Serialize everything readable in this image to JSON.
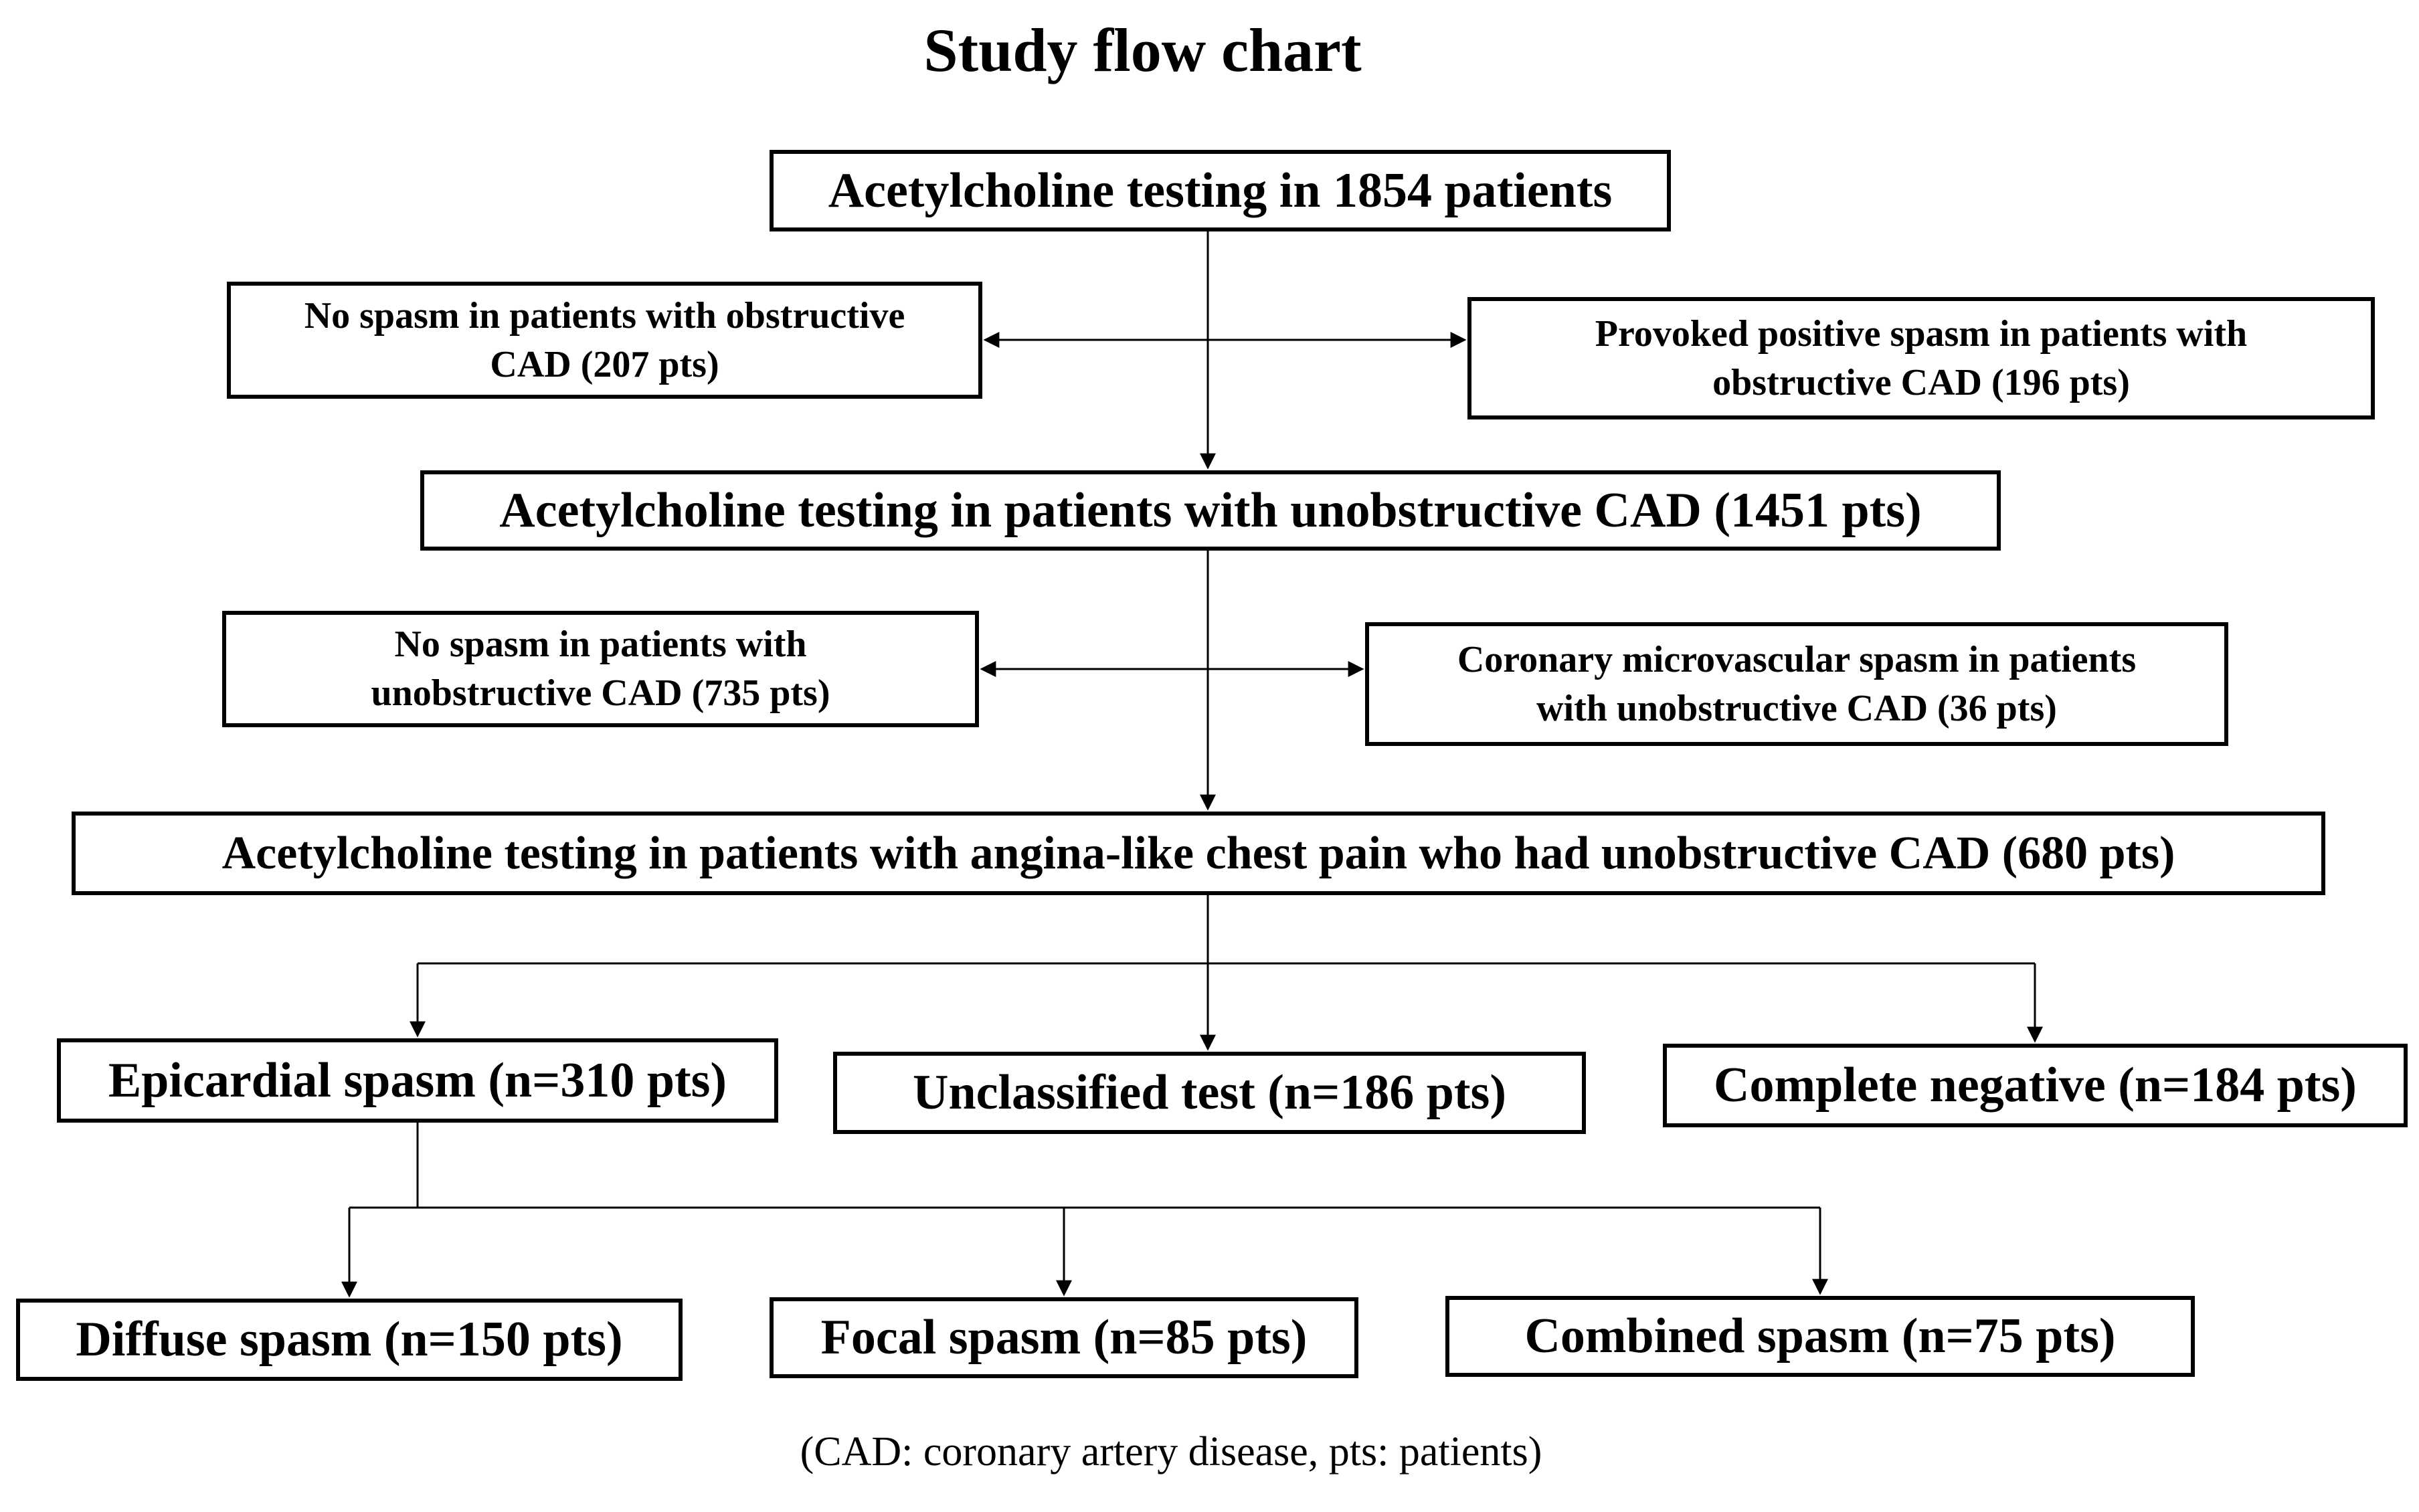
{
  "diagram": {
    "title": "Study flow chart",
    "footnote": "(CAD: coronary artery disease, pts: patients)",
    "colors": {
      "background": "#ffffff",
      "box_fill": "#ffffff",
      "box_border": "#000000",
      "text": "#000000",
      "connector": "#000000"
    },
    "nodes": {
      "ach_all": {
        "label": "Acetylcholine testing in 1854 patients"
      },
      "no_spasm_obstructive": {
        "line1": "No spasm in patients with obstructive",
        "line2": "CAD (207 pts)"
      },
      "provoked_positive": {
        "line1": "Provoked positive spasm in patients with",
        "line2": "obstructive CAD (196 pts)"
      },
      "ach_unobstructive": {
        "label": "Acetylcholine testing in patients with unobstructive CAD (1451 pts)"
      },
      "no_spasm_unobstructive": {
        "line1": "No spasm in patients with",
        "line2": "unobstructive CAD (735 pts)"
      },
      "microvascular": {
        "line1": "Coronary microvascular spasm in patients",
        "line2": "with unobstructive CAD (36 pts)"
      },
      "ach_angina": {
        "label": "Acetylcholine testing in patients with angina-like chest pain who had unobstructive CAD (680 pts)"
      },
      "epicardial": {
        "label": "Epicardial spasm (n=310 pts)"
      },
      "unclassified": {
        "label": "Unclassified test (n=186 pts)"
      },
      "complete_negative": {
        "label": "Complete negative (n=184 pts)"
      },
      "diffuse": {
        "label": "Diffuse spasm (n=150 pts)"
      },
      "focal": {
        "label": "Focal spasm (n=85 pts)"
      },
      "combined": {
        "label": "Combined spasm (n=75 pts)"
      }
    }
  }
}
